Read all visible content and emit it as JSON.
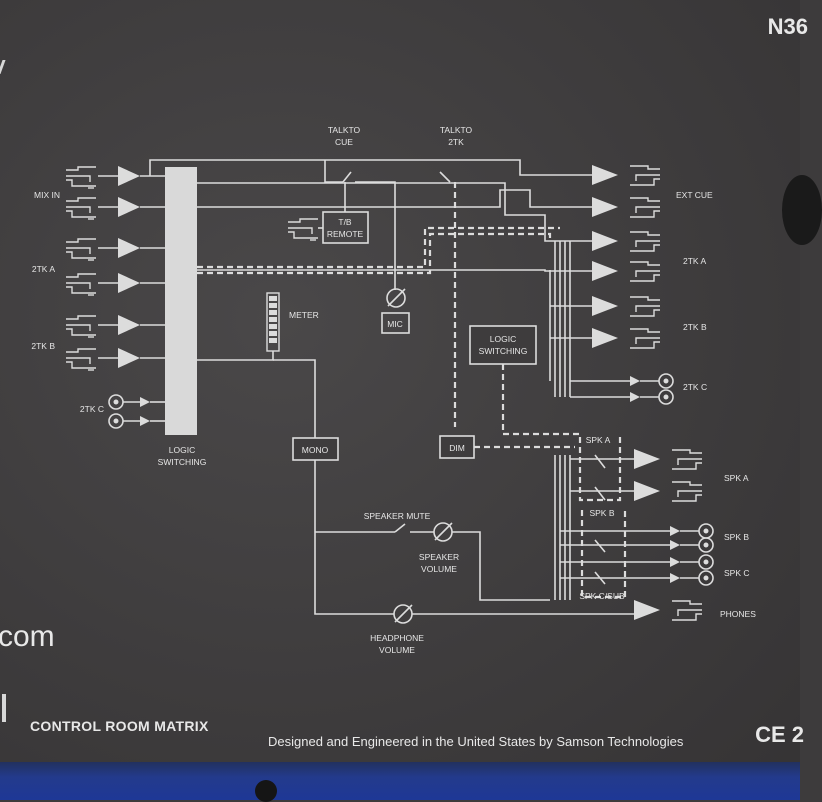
{
  "brand": {
    "logo": "N36",
    "model_name": "CONTROL ROOM MATRIX",
    "credit": "Designed and Engineered in the United States by Samson Technologies",
    "url_fragment": "com",
    "ce_mark": "CE 2"
  },
  "diagram": {
    "labels": {
      "talkback_cue": [
        "TALKTO",
        "CUE"
      ],
      "talkback_2tk": [
        "TALKTO",
        "2TK"
      ],
      "mix_in": "MIX IN",
      "input_2tk_a": "2TK A",
      "input_2tk_b": "2TK B",
      "input_2tk_c": "2TK C",
      "logic_switching_main": [
        "LOGIC",
        "SWITCHING"
      ],
      "tb_remote": [
        "T/B",
        "REMOTE"
      ],
      "mic": "MIC",
      "meter": "METER",
      "logic_switching_right": [
        "LOGIC",
        "SWITCHING"
      ],
      "mono": "MONO",
      "dim": "DIM",
      "speaker_mute": "SPEAKER MUTE",
      "speaker_volume": [
        "SPEAKER",
        "VOLUME"
      ],
      "headphone_volume": [
        "HEADPHONE",
        "VOLUME"
      ],
      "ext_cue": "EXT CUE",
      "output_2tk_a": "2TK A",
      "output_2tk_b": "2TK B",
      "output_2tk_c": "2TK C",
      "spk_a_group": "SPK A",
      "spk_b_group": "SPK B",
      "spk_csub_group": "SPK C/SUB",
      "out_spk_a": "SPK A",
      "out_spk_b": "SPK B",
      "out_spk_c": "SPK C",
      "out_phones": "PHONES"
    }
  },
  "colors": {
    "panel": "#3e3c3d",
    "print": "#e6e6e6",
    "chassis_blue": "#233a8c"
  }
}
